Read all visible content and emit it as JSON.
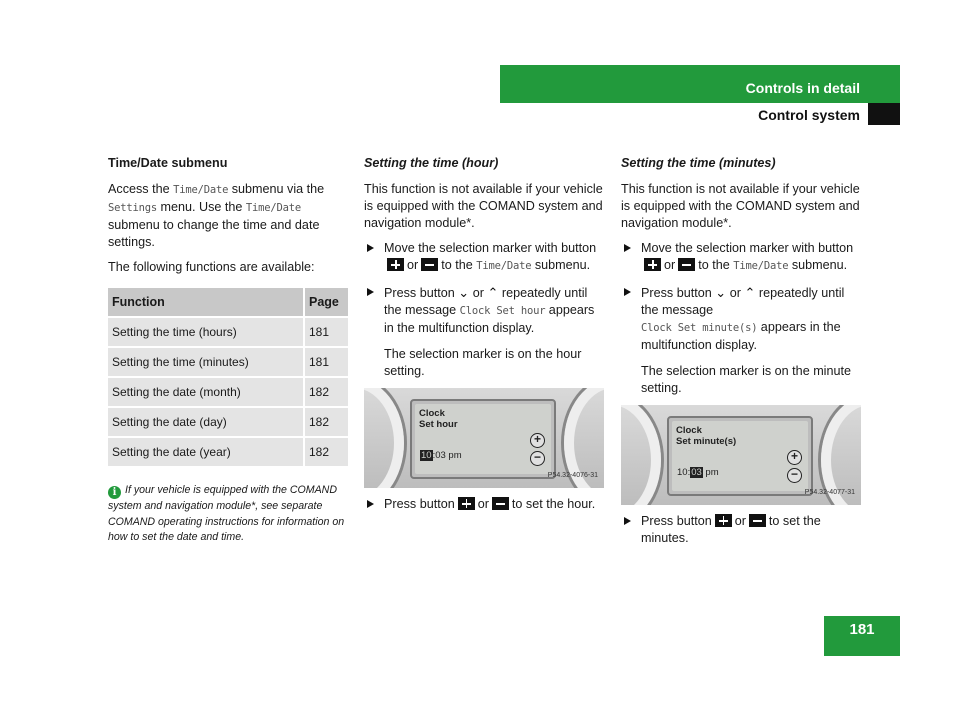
{
  "header": {
    "title": "Controls in detail",
    "subtitle": "Control system"
  },
  "page_number": "181",
  "col1": {
    "heading": "Time/Date submenu",
    "p1_a": "Access the ",
    "p1_code1": "Time/Date",
    "p1_b": " submenu via the ",
    "p1_code2": "Settings",
    "p1_c": " menu. Use the ",
    "p1_code3": "Time/Date",
    "p1_d": " submenu to change the time and date settings.",
    "p2": "The following functions are available:",
    "table": {
      "headers": [
        "Function",
        "Page"
      ],
      "rows": [
        [
          "Setting the time (hours)",
          "181"
        ],
        [
          "Setting the time (minutes)",
          "181"
        ],
        [
          "Setting the date (month)",
          "182"
        ],
        [
          "Setting the date (day)",
          "182"
        ],
        [
          "Setting the date (year)",
          "182"
        ]
      ]
    },
    "note": "If your vehicle is equipped with the COMAND system and navigation module*, see separate COMAND operating instructions for information on how to set the date and time."
  },
  "col2": {
    "heading": "Setting the time (hour)",
    "intro": "This function is not available if your vehicle is equipped with the COMAND system and navigation module*.",
    "s1_a": "Move the selection marker with button",
    "s1_or": "or",
    "s1_b": "to the ",
    "s1_code": "Time/Date",
    "s1_c": " submenu.",
    "s2_a": "Press button",
    "s2_or": "or",
    "s2_b": "repeatedly until the message ",
    "s2_code": "Clock Set hour",
    "s2_c": " appears in the multifunction display.",
    "s2_note": "The selection marker is on the hour setting.",
    "display": {
      "line1": "Clock",
      "line2": "Set hour",
      "time_hl": "10",
      "time_rest": ":03 pm",
      "ref": "P54.32-4076-31"
    },
    "s3_a": "Press button",
    "s3_or": "or",
    "s3_b": "to set the hour."
  },
  "col3": {
    "heading": "Setting the time (minutes)",
    "intro": "This function is not available if your vehicle is equipped with the COMAND system and navigation module*.",
    "s1_a": "Move the selection marker with button",
    "s1_or": "or",
    "s1_b": "to the ",
    "s1_code": "Time/Date",
    "s1_c": " submenu.",
    "s2_a": "Press button",
    "s2_or": "or",
    "s2_b": "repeatedly until the message ",
    "s2_code": "Clock Set minute(s)",
    "s2_c": " appears in the multifunction display.",
    "s2_note": "The selection marker is on the minute setting.",
    "display": {
      "line1": "Clock",
      "line2": "Set minute(s)",
      "time_pre": "10:",
      "time_hl": "03",
      "time_rest": " pm",
      "ref": "P54.32-4077-31"
    },
    "s3_a": "Press button",
    "s3_or": "or",
    "s3_b": "to set the minutes."
  },
  "icons": {
    "plus_key": "plus-key-icon",
    "minus_key": "minus-key-icon",
    "up": "up-arrow-icon",
    "down": "down-arrow-icon",
    "info": "info-icon"
  },
  "colors": {
    "accent": "#229a3c"
  }
}
